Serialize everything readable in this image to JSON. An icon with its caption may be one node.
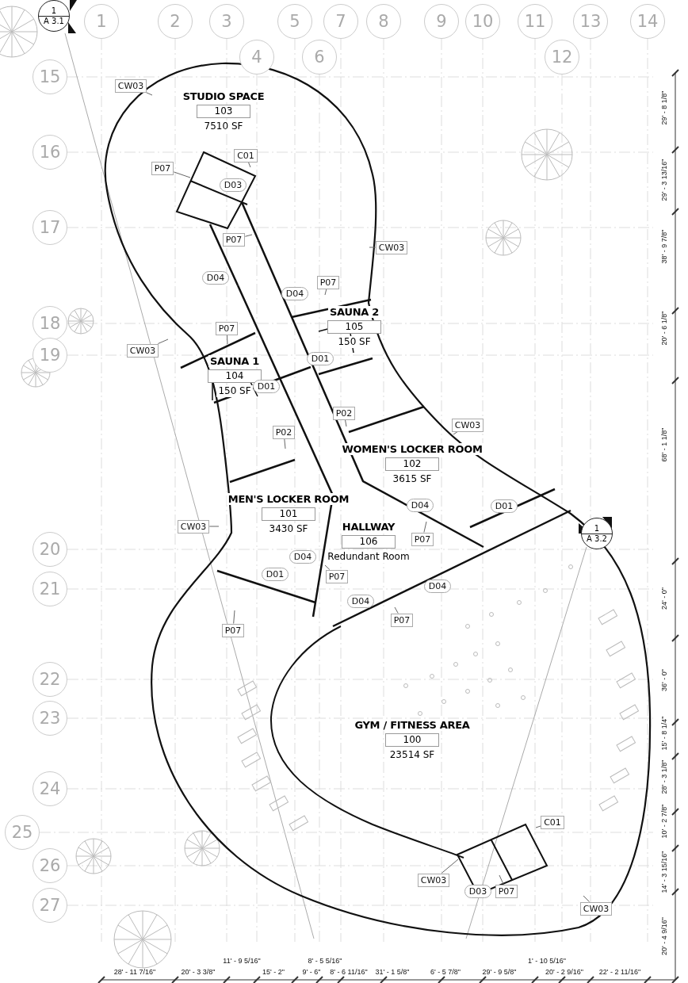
{
  "diagram": {
    "nodes": [
      {
        "text": [
          "1",
          "A 3.1"
        ]
      },
      {
        "text": [
          "1"
        ]
      },
      {
        "text": [
          "2"
        ]
      },
      {
        "text": [
          "3"
        ]
      },
      {
        "text": [
          "4"
        ]
      },
      {
        "text": [
          "5"
        ]
      },
      {
        "text": [
          "6"
        ]
      },
      {
        "text": [
          "7"
        ]
      },
      {
        "text": [
          "8"
        ]
      },
      {
        "text": [
          "9"
        ]
      },
      {
        "text": [
          "10"
        ]
      },
      {
        "text": [
          "11"
        ]
      },
      {
        "text": [
          "12"
        ]
      },
      {
        "text": [
          "13"
        ]
      },
      {
        "text": [
          "14"
        ]
      },
      {
        "text": [
          "15"
        ]
      },
      {
        "text": [
          "16"
        ]
      },
      {
        "text": [
          "17"
        ]
      },
      {
        "text": [
          "18"
        ]
      },
      {
        "text": [
          "19"
        ]
      },
      {
        "text": [
          "20"
        ]
      },
      {
        "text": [
          "21"
        ]
      },
      {
        "text": [
          "22"
        ]
      },
      {
        "text": [
          "23"
        ]
      },
      {
        "text": [
          "24"
        ]
      },
      {
        "text": [
          "25"
        ]
      },
      {
        "text": [
          "26"
        ]
      },
      {
        "text": [
          "27"
        ]
      },
      {
        "text": [
          "STUDIO SPACE",
          "103",
          "7510 SF"
        ]
      },
      {
        "text": [
          "SAUNA 2",
          "105",
          "150 SF"
        ]
      },
      {
        "text": [
          "SAUNA 1",
          "104",
          "150 SF"
        ]
      },
      {
        "text": [
          "WOMEN'S LOCKER ROOM",
          "102",
          "3615 SF"
        ]
      },
      {
        "text": [
          "MEN'S LOCKER ROOM",
          "101",
          "3430 SF"
        ]
      },
      {
        "text": [
          "HALLWAY",
          "106",
          "Redundant Room"
        ]
      },
      {
        "text": [
          "GYM / FITNESS AREA",
          "100",
          "23514 SF"
        ]
      },
      {
        "text": [
          "1",
          "A 3.2"
        ]
      },
      {
        "text": [
          "CW03"
        ]
      },
      {
        "text": [
          "C01"
        ]
      },
      {
        "text": [
          "P07"
        ]
      },
      {
        "text": [
          "D03"
        ]
      },
      {
        "text": [
          "P07"
        ]
      },
      {
        "text": [
          "CW03"
        ]
      },
      {
        "text": [
          "D04"
        ]
      },
      {
        "text": [
          "P07"
        ]
      },
      {
        "text": [
          "D04"
        ]
      },
      {
        "text": [
          "CW03"
        ]
      },
      {
        "text": [
          "P07"
        ]
      },
      {
        "text": [
          "D01"
        ]
      },
      {
        "text": [
          "D01"
        ]
      },
      {
        "text": [
          "P02"
        ]
      },
      {
        "text": [
          "CW03"
        ]
      },
      {
        "text": [
          "P02"
        ]
      },
      {
        "text": [
          "CW03"
        ]
      },
      {
        "text": [
          "D04"
        ]
      },
      {
        "text": [
          "D01"
        ]
      },
      {
        "text": [
          "P07"
        ]
      },
      {
        "text": [
          "D04"
        ]
      },
      {
        "text": [
          "D01"
        ]
      },
      {
        "text": [
          "P07"
        ]
      },
      {
        "text": [
          "D04"
        ]
      },
      {
        "text": [
          "D04"
        ]
      },
      {
        "text": [
          "P07"
        ]
      },
      {
        "text": [
          "P07"
        ]
      },
      {
        "text": [
          "C01"
        ]
      },
      {
        "text": [
          "CW03"
        ]
      },
      {
        "text": [
          "D03"
        ]
      },
      {
        "text": [
          "P07"
        ]
      },
      {
        "text": [
          "CW03"
        ]
      }
    ],
    "edges": [
      {
        "from": 36,
        "to": null,
        "arrow": "none"
      },
      {
        "from": 37,
        "to": null,
        "arrow": "none"
      },
      {
        "from": 38,
        "to": null,
        "arrow": "none"
      },
      {
        "from": 40,
        "to": null,
        "arrow": "none"
      },
      {
        "from": 41,
        "to": null,
        "arrow": "none"
      },
      {
        "from": 43,
        "to": null,
        "arrow": "none"
      },
      {
        "from": 45,
        "to": null,
        "arrow": "none"
      },
      {
        "from": 46,
        "to": null,
        "arrow": "none"
      },
      {
        "from": 49,
        "to": null,
        "arrow": "none"
      },
      {
        "from": 50,
        "to": null,
        "arrow": "none"
      },
      {
        "from": 51,
        "to": null,
        "arrow": "none"
      },
      {
        "from": 52,
        "to": null,
        "arrow": "none"
      },
      {
        "from": 55,
        "to": null,
        "arrow": "none"
      },
      {
        "from": 58,
        "to": null,
        "arrow": "none"
      },
      {
        "from": 61,
        "to": null,
        "arrow": "none"
      },
      {
        "from": 62,
        "to": null,
        "arrow": "none"
      },
      {
        "from": 63,
        "to": null,
        "arrow": "none"
      },
      {
        "from": 64,
        "to": null,
        "arrow": "none"
      },
      {
        "from": 66,
        "to": null,
        "arrow": "none"
      },
      {
        "from": 67,
        "to": null,
        "arrow": "none"
      }
    ],
    "labels": [
      "29' - 8 1/8\"",
      "29' - 3 13/16\"",
      "38' - 9 7/8\"",
      "20' - 6 1/8\"",
      "68' - 1 1/8\"",
      "24' - 0\"",
      "36' - 0\"",
      "15' - 8 1/4\"",
      "28' - 3 1/8\"",
      "10' - 2 7/8\"",
      "14' - 3 15/16\"",
      "20' - 4 9/16\"",
      "28' - 11 7/16\"",
      "20' - 3 3/8\"",
      "11' - 9 5/16\"",
      "15' - 2\"",
      "9' - 6\"",
      "8' - 5 5/16\"",
      "8' - 6 11/16\"",
      "31' - 1 5/8\"",
      "6' - 5 7/8\"",
      "29' - 9 5/8\"",
      "1' - 10 5/16\"",
      "20' - 2 9/16\"",
      "22' - 2 11/16\""
    ]
  }
}
